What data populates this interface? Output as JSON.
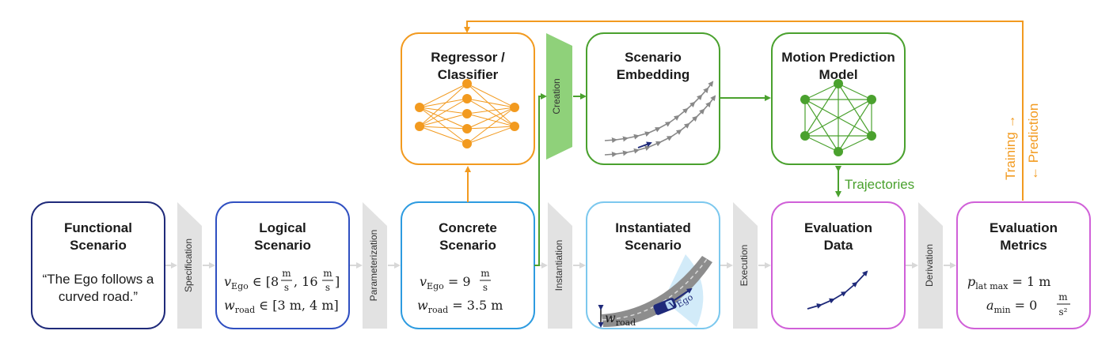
{
  "colors": {
    "navy": "#1f2a7a",
    "blue": "#2f4fc1",
    "sky": "#2d9be0",
    "light_sky": "#7cc8ee",
    "magenta": "#d060d8",
    "orange": "#f29a1f",
    "green": "#4aa12e",
    "chevron_gray": "#e2e2e2"
  },
  "boxes": {
    "functional": {
      "title1": "Functional",
      "title2": "Scenario",
      "text1": "“The Ego follows a",
      "text2": "curved road.”"
    },
    "logical": {
      "title1": "Logical",
      "title2": "Scenario",
      "math1": "v_Ego ∈ [8 m/s, 16 m/s]",
      "math2": "w_road ∈ [3 m, 4 m]"
    },
    "concrete": {
      "title1": "Concrete",
      "title2": "Scenario",
      "math1": "v_Ego = 9 m/s",
      "math2": "w_road = 3.5 m"
    },
    "instantiated": {
      "title1": "Instantiated",
      "title2": "Scenario",
      "w_label": "w_road",
      "v_label": "v_Ego"
    },
    "evaluation_data": {
      "title1": "Evaluation",
      "title2": "Data"
    },
    "evaluation_metrics": {
      "title1": "Evaluation",
      "title2": "Metrics",
      "math1": "p_lat max = 1 m",
      "math2": "a_min = 0 m/s²"
    },
    "regressor": {
      "title1": "Regressor /",
      "title2": "Classifier"
    },
    "embedding": {
      "title1": "Scenario",
      "title2": "Embedding"
    },
    "motion": {
      "title1": "Motion Prediction",
      "title2": "Model"
    }
  },
  "step_labels": {
    "specification": "Specification",
    "parameterization": "Parameterization",
    "instantiation": "Instantiation",
    "execution": "Execution",
    "derivation": "Derivation",
    "creation": "Creation"
  },
  "edge_labels": {
    "trajectories": "Trajectories",
    "training": "Training →",
    "prediction": "← Prediction"
  }
}
